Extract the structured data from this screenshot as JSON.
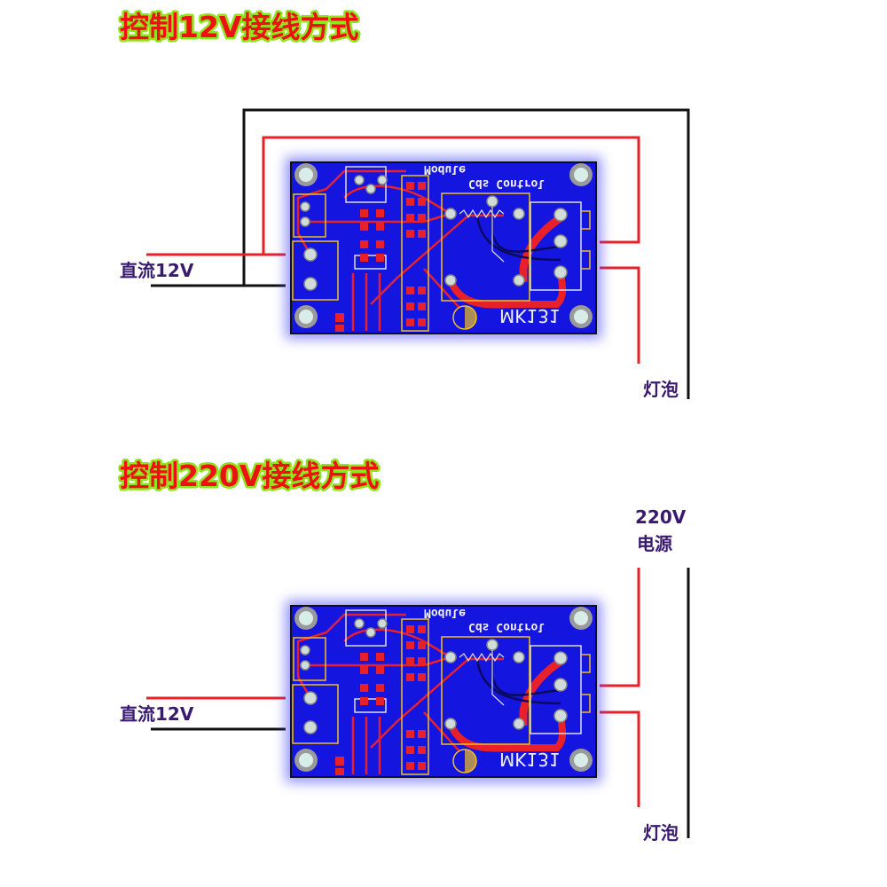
{
  "diagram_12v": {
    "title": "控制12V接线方式",
    "input_label": "直流12V",
    "load_label": "灯泡"
  },
  "diagram_220v": {
    "title": "控制220V接线方式",
    "source_voltage": "220V",
    "source_label": "电源",
    "input_label": "直流12V",
    "load_label": "灯泡"
  },
  "pcb": {
    "silk_line1": "Cds Control",
    "silk_line2": "Module",
    "model": "MK131",
    "hole_mark": "0"
  },
  "colors": {
    "board": "#1515e0",
    "trace": "#e8202a",
    "silk": "#f0c020",
    "wire_red": "#e8202a",
    "wire_black": "#111111"
  }
}
